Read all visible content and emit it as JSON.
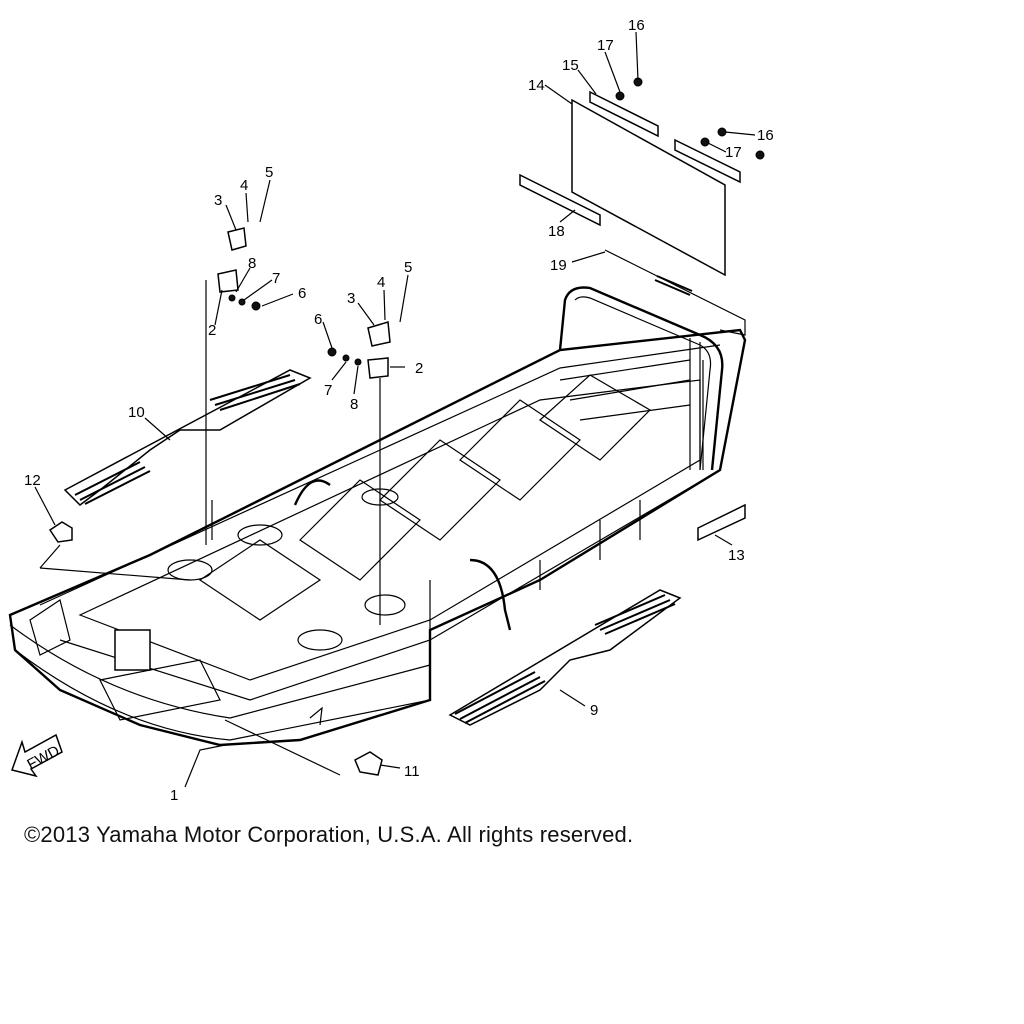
{
  "diagram": {
    "callouts": [
      "1",
      "2",
      "2",
      "3",
      "3",
      "4",
      "4",
      "5",
      "5",
      "6",
      "6",
      "7",
      "7",
      "8",
      "8",
      "9",
      "10",
      "11",
      "12",
      "13",
      "14",
      "15",
      "16",
      "16",
      "17",
      "17",
      "18",
      "19"
    ],
    "fwd_label": "FWD"
  },
  "footer": {
    "copyright": "©2013 Yamaha Motor Corporation, U.S.A. All rights reserved."
  }
}
